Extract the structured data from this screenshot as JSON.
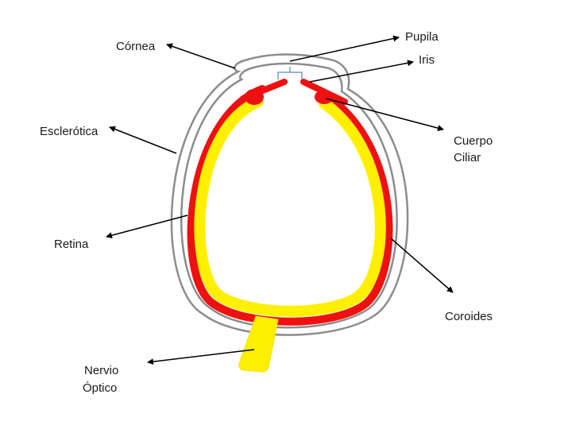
{
  "labels": {
    "cornea": "Córnea",
    "pupila": "Pupila",
    "iris": "Iris",
    "esclerotica": "Esclerótica",
    "cuerpo_ciliar_1": "Cuerpo",
    "cuerpo_ciliar_2": "Ciliar",
    "retina": "Retina",
    "coroides": "Coroides",
    "nervio_optico_1": "Nervio",
    "nervio_optico_2": "Óptico"
  },
  "colors": {
    "sclera_outline": "#8c8c8c",
    "choroid": "#ee1111",
    "retina": "#ffef00",
    "optic_nerve": "#ffef00",
    "pupil_bracket": "#7a9cc6",
    "pointer": "#000000",
    "background": "#ffffff"
  }
}
